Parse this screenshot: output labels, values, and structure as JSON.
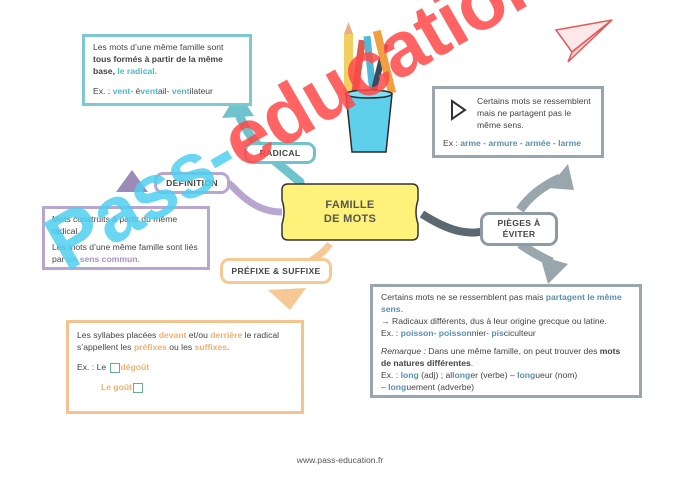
{
  "center": {
    "line1": "FAMILLE",
    "line2": "DE MOTS"
  },
  "labels": {
    "radical": "RADICAL",
    "definition": "DÉFINITION",
    "prefixe": "PRÉFIXE & SUFFIXE",
    "pieges_l1": "PIÈGES À",
    "pieges_l2": "ÉVITER"
  },
  "radical_box": {
    "t1": "Les mots d’une même famille sont ",
    "t2": "tous formés à partir de la même base,",
    "t3": " ",
    "t4": "le radical.",
    "ex_prefix": "Ex. : ",
    "ex1": "vent",
    "ex_sep1": "- é",
    "ex2": "vent",
    "ex_sep2": "ail- ",
    "ex3": "vent",
    "ex_end": "ilateur"
  },
  "definition_box": {
    "t1": "Mots construits à partir du même radical.",
    "t2": "Les mots d’une même famille sont liés par ",
    "t3": "un sens commun",
    "t4": "."
  },
  "prefixe_box": {
    "t1": "Les syllabes placées ",
    "t2": "devant",
    "t3": " et/ou ",
    "t4": "derrière",
    "t5": " le radical s’appellent les ",
    "t6": "préfixes",
    "t7": " ou les ",
    "t8": "suffixes",
    "t9": ".",
    "ex1_prefix": "Ex. : Le ",
    "ex1_word": "dégoût",
    "ex2_word": "Le goût"
  },
  "pieges_top_box": {
    "t1": "Certains mots se ressemblent mais ne partagent pas le même sens.",
    "ex_prefix": "Ex : ",
    "ex1": "arme",
    "ex_sep1": " - ",
    "ex2": "armure",
    "ex_sep2": " - ",
    "ex3": "armée",
    "ex_sep3": " - ",
    "ex4": "larme"
  },
  "pieges_bottom_box": {
    "t1": "Certains mots ne se ressemblent pas mais ",
    "t2": "partagent le même sens",
    "t3": ".",
    "t4": "→ Radicaux différents, dus à leur origine grecque ou latine.",
    "ex1_prefix": "Ex. : ",
    "ex1a": "poisson",
    "ex1_sep1": "- ",
    "ex1b": "poisson",
    "ex1_sep2": "nier- ",
    "ex1c": "pis",
    "ex1_end": "ciculteur",
    "rem_label": "Remarque :",
    "rem_t1": " Dans une même famille, on peut trouver des ",
    "rem_t2": "mots de natures différentes",
    "rem_t3": ".",
    "ex2_prefix": "Ex. : ",
    "ex2a": "long",
    "ex2_t1": " (adj) ; al",
    "ex2b": "long",
    "ex2_t2": "er (verbe) – ",
    "ex2c": "long",
    "ex2_t3": "ueur (nom)",
    "ex2_t4": "– ",
    "ex2d": "long",
    "ex2_t5": "uement (adverbe)"
  },
  "watermark": {
    "part1": "Pass-",
    "part2": "education"
  },
  "footer": "www.pass-education.fr",
  "colors": {
    "teal": "#6fc3cc",
    "grey": "#8f9ba4",
    "purple": "#b6a6d0",
    "orange": "#f6c894",
    "center_fill": "#fff27a",
    "watermark_blue": "#4fd0f0",
    "watermark_red": "#ff4848"
  }
}
